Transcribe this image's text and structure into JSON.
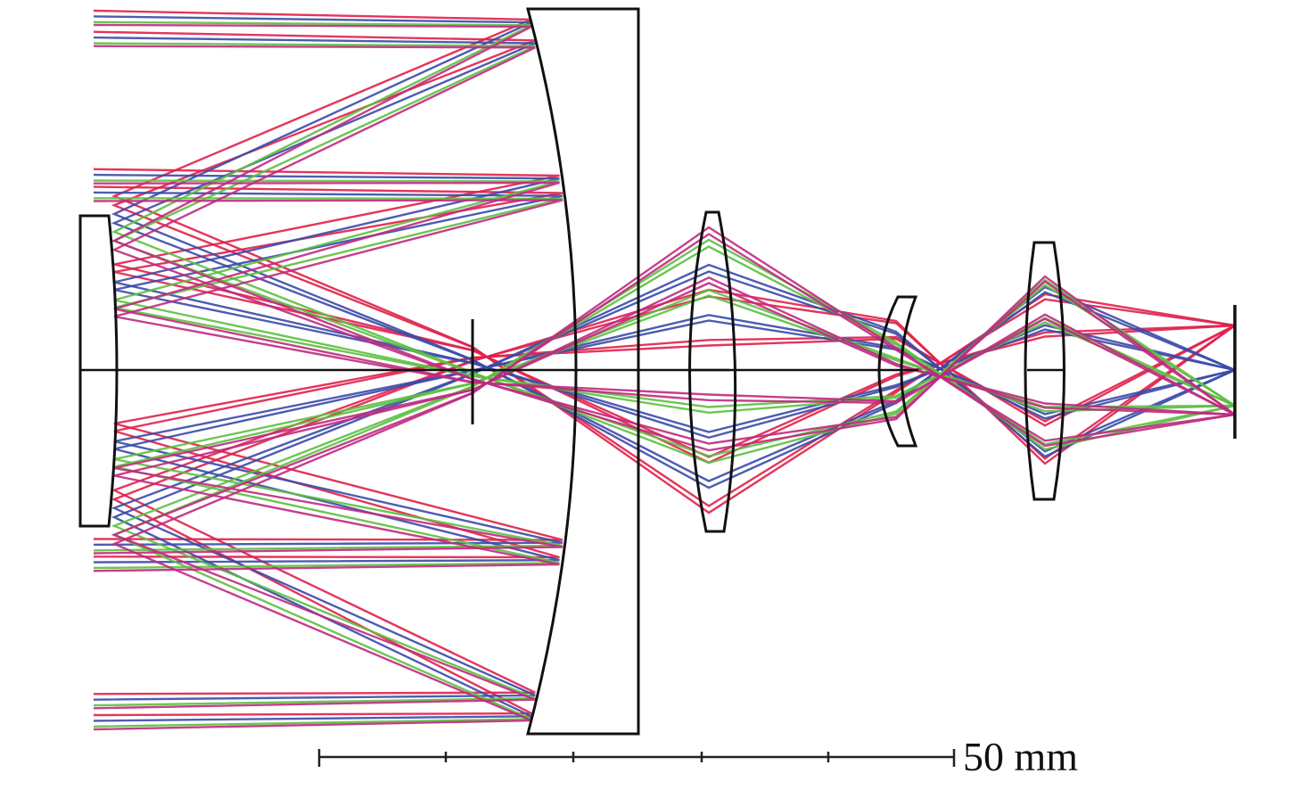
{
  "diagram": {
    "type": "optical-layout",
    "scale_bar": {
      "label": "50 mm",
      "divisions": 5
    },
    "field_colors": {
      "field_1": "#e0204a",
      "field_2": "#3a4aa8",
      "field_3": "#5cc040",
      "field_4": "#c02a80"
    },
    "elements": [
      "secondary-mirror",
      "field-stop",
      "primary-mirror",
      "lens-1",
      "lens-2",
      "lens-3",
      "image-plane"
    ]
  }
}
